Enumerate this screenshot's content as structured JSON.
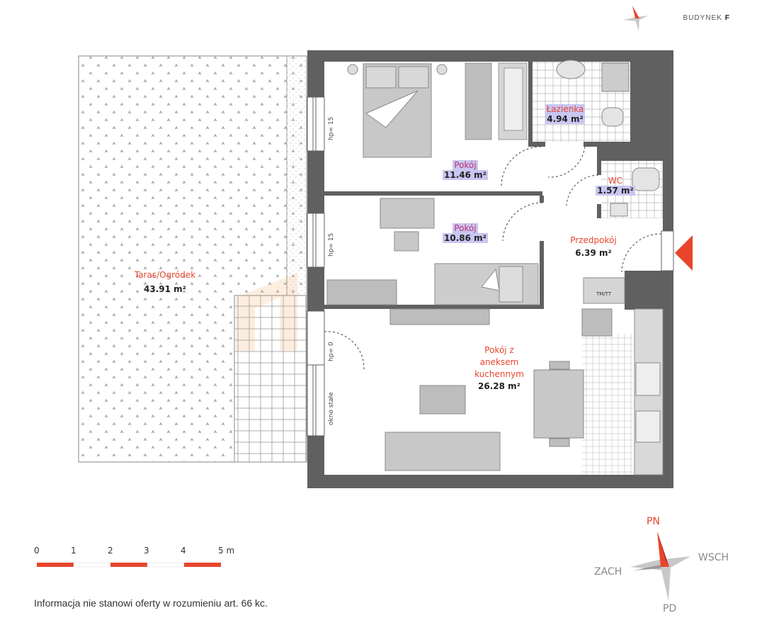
{
  "header": {
    "building_prefix": "BUDYNEK",
    "building_letter": "F"
  },
  "rooms": [
    {
      "id": "bedroom",
      "name": "Pokój",
      "area": "11.46 m²"
    },
    {
      "id": "room2",
      "name": "Pokój",
      "area": "10.86 m²"
    },
    {
      "id": "bathroom",
      "name": "Łazienka",
      "area": "4.94 m²"
    },
    {
      "id": "wc",
      "name": "WC",
      "area": "1.57 m²"
    },
    {
      "id": "hall",
      "name": "Przedpokój",
      "area": "6.39 m²"
    },
    {
      "id": "living",
      "name_line1": "Pokój z",
      "name_line2": "aneksem",
      "name_line3": "kuchennym",
      "area": "26.28 m²"
    },
    {
      "id": "terrace",
      "name": "Taras/Ogródek",
      "area": "43.91 m²"
    }
  ],
  "window_notes": {
    "hp1": "hp= 15",
    "hp2": "hp= 15",
    "hp3": "hp= 0",
    "fixed": "okno stałe"
  },
  "fixtures": {
    "tmtt": "TM/TT"
  },
  "scale": {
    "ticks": [
      "0",
      "1",
      "2",
      "3",
      "4",
      "5 m"
    ]
  },
  "compass": {
    "n": "PN",
    "e": "WSCH",
    "w": "ZACH",
    "s": "PD"
  },
  "footer": {
    "disclaimer": "Informacja nie stanowi oferty w rozumieniu art. 66 kc."
  },
  "colors": {
    "wall": "#606060",
    "accent": "#e8452c",
    "highlight": "#c9c6f2",
    "furniture": "#b8b8b8"
  }
}
